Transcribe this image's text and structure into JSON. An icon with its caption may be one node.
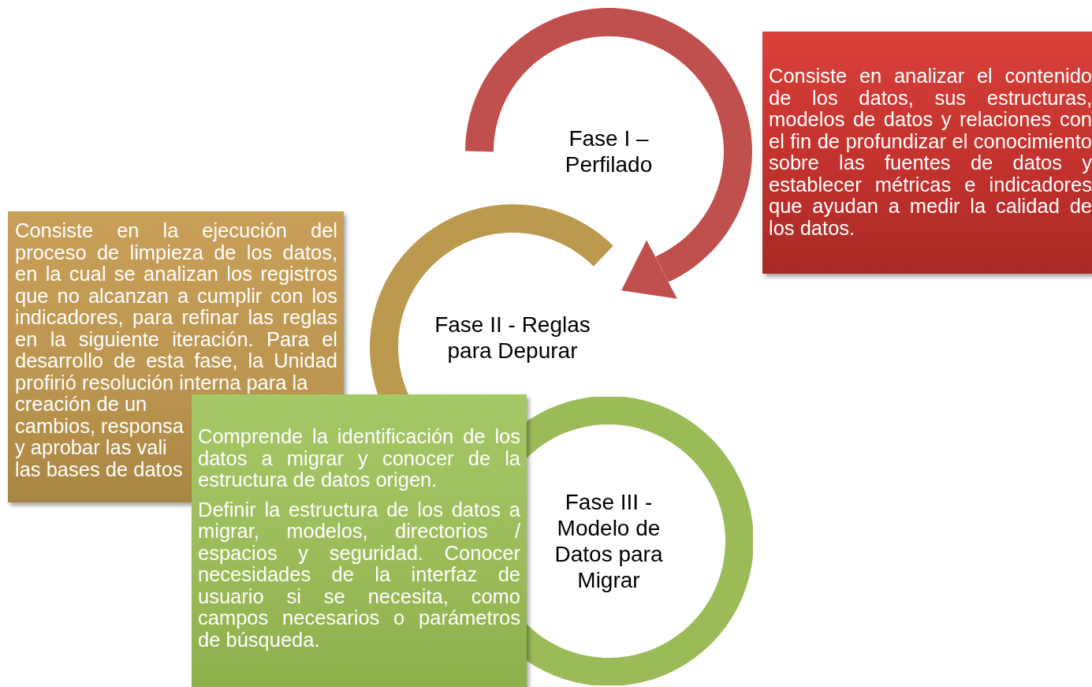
{
  "diagram": {
    "nodes": [
      {
        "text": [
          "Fase I – Perfilado"
        ]
      },
      {
        "text": [
          "Consiste en analizar el contenido de los datos, sus estructuras, modelos de datos y relaciones con el fin de profundizar el conocimiento sobre las fuentes de datos y establecer métricas e indicadores que ayudan a medir la calidad de los datos."
        ]
      },
      {
        "text": [
          "Consiste en la ejecución del proceso de limpieza de los datos, en la cual se analizan los registros que no alcanzan a cumplir con los indicadores, para refinar las reglas en la siguiente iteración. Para el desarrollo de esta fase, la Unidad profirió resolución interna para la",
          "creación de un",
          "cambios, responsa",
          "y aprobar las vali",
          "las bases de datos"
        ]
      },
      {
        "text": [
          "Fase II - Reglas para Depurar"
        ]
      },
      {
        "text": [
          "Comprende la identificación de los datos a migrar y conocer de la estructura de datos origen.",
          "Definir la estructura de los datos a migrar, modelos, directorios / espacios y seguridad. Conocer necesidades de la interfaz de usuario si se necesita, como campos necesarios o parámetros de búsqueda."
        ]
      },
      {
        "text": [
          "Fase III - Modelo de Datos para Migrar"
        ]
      }
    ],
    "edges": [
      {
        "from": 0,
        "to": 3,
        "arrow": "to"
      }
    ]
  }
}
